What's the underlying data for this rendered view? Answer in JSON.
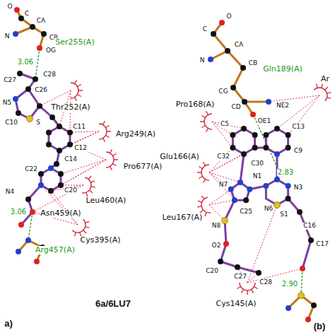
{
  "diagram": {
    "labels": [
      "O",
      "C",
      "CA",
      "N",
      "CB",
      "OG",
      "Ser255(A)",
      "3.06",
      "C27",
      "C28",
      "C26",
      "N5",
      "S",
      "Thr252(A)",
      "C10",
      "C11",
      "C12",
      "Arg249(A)",
      "C14",
      "C22",
      "C20",
      "Pro677(A)",
      "Leu460(A)",
      "N4",
      "Asn459(A)",
      "3.06",
      "Cys395(A)",
      "Arg457(A)",
      "6a/6LU7",
      "a)",
      "C",
      "O",
      "CA",
      "N",
      "CB",
      "Gln189(A)",
      "CG",
      "CD",
      "NE2",
      "OE1",
      "Ar",
      "Pro168(A)",
      "C5",
      "C13",
      "Glu166(A)",
      "C32",
      "C30",
      "N1",
      "C9",
      "2.83",
      "Leu167(A)",
      "N7",
      "N6",
      "C25",
      "N3",
      "N8",
      "S1",
      "C16",
      "O2",
      "C20",
      "C27",
      "C28",
      "C17",
      "2.90",
      "Cys145(A)",
      "(b)"
    ]
  }
}
